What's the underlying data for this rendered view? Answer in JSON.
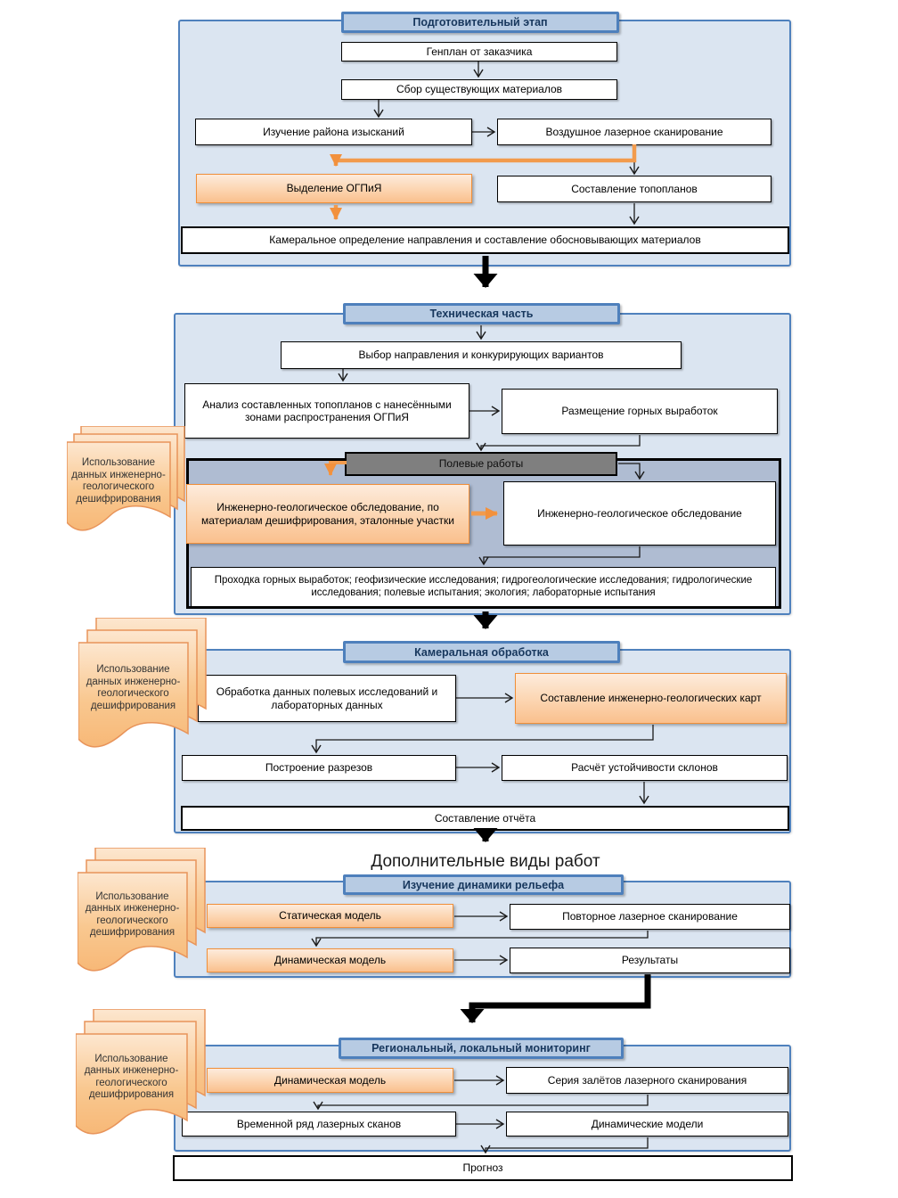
{
  "colors": {
    "accent_blue_border": "#4F81BD",
    "container_fill": "#DBE5F1",
    "title_fill": "#B7CBE3",
    "inner_container_fill": "#AFBCD2",
    "gray_header_fill": "#7F7F7F",
    "orange_border": "#F79646",
    "orange_fill_top": "#FDEBDC",
    "orange_fill_bottom": "#FAC08D",
    "arrow_black": "#000000"
  },
  "note": {
    "label": "Использование данных инженерно-геологического дешифрирования"
  },
  "heading": {
    "extra_works": "Дополнительные виды работ"
  },
  "s1": {
    "title": "Подготовительный  этап",
    "genplan": "Генплан от заказчика",
    "sbor": "Сбор существующих  материалов",
    "izuchenie": "Изучение района изысканий",
    "vozdushnoe": "Воздушное лазерное сканирование",
    "vydelenie": "Выделение ОГПиЯ",
    "topoplany": "Составление топопланов",
    "kameralnoe": "Камеральное определение направления и составление обосновывающих материалов"
  },
  "s2": {
    "title": "Техническая часть",
    "vybor": "Выбор направления и конкурирующих вариантов",
    "analiz": "Анализ составленных топопланов с нанесёнными зонами распространения  ОГПиЯ",
    "razmeshchenie": "Размещение горных выработок",
    "polevye": "Полевые работы",
    "obsledovanie_deshifr": "Инженерно-геологическое обследование, по материалам дешифрирования, эталонные участки",
    "obsledovanie": "Инженерно-геологическое обследование",
    "prohodka": "Проходка горных выработок; геофизические исследования; гидрогеологические исследования; гидрологические исследования; полевые испытания; экология; лабораторные испытания"
  },
  "s3": {
    "title": "Камеральная обработка",
    "obrabotka": "Обработка данных полевых исследований и лабораторных данных",
    "karty": "Составление инженерно-геологических карт",
    "razrezy": "Построение разрезов",
    "raschet": "Расчёт устойчивости  склонов",
    "otchet": "Составление отчёта"
  },
  "s4": {
    "title": "Изучение динамики рельефа",
    "stat_model": "Статическая модель",
    "povtornoe": "Повторное лазерное сканирование",
    "din_model": "Динамическая модель",
    "rezultaty": "Результаты"
  },
  "s5": {
    "title": "Региональный, локальный мониторинг",
    "din_model": "Динамическая модель",
    "seriya": "Серия залётов лазерного сканирования",
    "vremennoy": "Временной ряд лазерных сканов",
    "din_modeli": "Динамические модели",
    "prognoz": "Прогноз"
  }
}
